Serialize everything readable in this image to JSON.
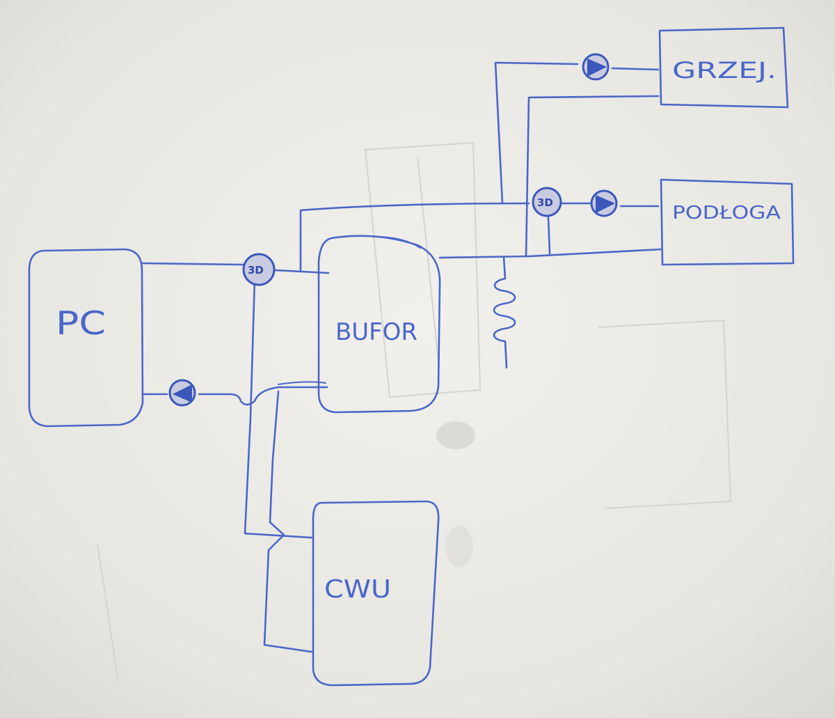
{
  "diagram": {
    "nodes": {
      "pc": "PC",
      "bufor": "BUFOR",
      "cwu": "CWU",
      "grzej": "GRZEJ.",
      "podloga": "PODŁOGA"
    },
    "valves": {
      "main": "3D",
      "upper": "3D"
    },
    "pumps": [
      "pump-return-pc",
      "pump-grzej",
      "pump-podloga"
    ],
    "colors": {
      "ink": "#4a66c8",
      "paper": "#e9e8e3"
    }
  }
}
